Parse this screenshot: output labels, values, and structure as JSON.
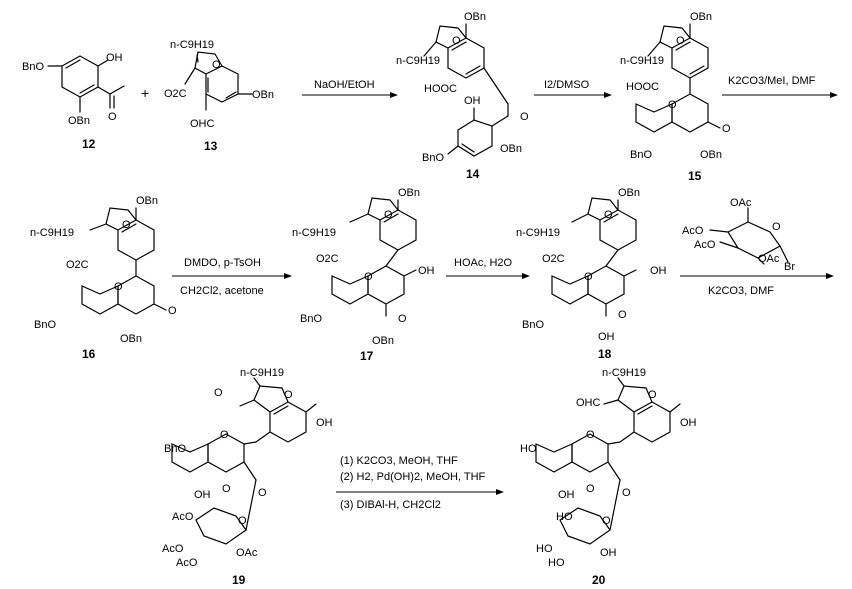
{
  "compounds": [
    {
      "id": "c12",
      "number": "12",
      "labels": [
        "BnO",
        "OH",
        "O",
        "OBn"
      ]
    },
    {
      "id": "c13",
      "number": "13",
      "labels": [
        "n-C9H19",
        "O",
        "O2C",
        "OBn",
        "OHC"
      ]
    },
    {
      "id": "c14",
      "number": "14",
      "labels": [
        "OBn",
        "n-C9H19",
        "O",
        "HOOC",
        "OH",
        "O",
        "BnO",
        "OBn"
      ]
    },
    {
      "id": "c15",
      "number": "15",
      "labels": [
        "OBn",
        "n-C9H19",
        "O",
        "HOOC",
        "O",
        "O",
        "BnO",
        "OBn"
      ]
    },
    {
      "id": "c16",
      "number": "16",
      "labels": [
        "OBn",
        "n-C9H19",
        "O",
        "O2C",
        "O",
        "O",
        "BnO",
        "OBn"
      ]
    },
    {
      "id": "c17",
      "number": "17",
      "labels": [
        "OBn",
        "n-C9H19",
        "O",
        "O2C",
        "O",
        "OH",
        "O",
        "BnO",
        "OBn"
      ]
    },
    {
      "id": "c18",
      "number": "18",
      "labels": [
        "OBn",
        "n-C9H19",
        "O",
        "O2C",
        "O",
        "OH",
        "O",
        "BnO",
        "OH"
      ]
    },
    {
      "id": "sugar",
      "number": "",
      "labels": [
        "OAc",
        "O",
        "AcO",
        "AcO",
        "OAc",
        "Br"
      ]
    },
    {
      "id": "c19",
      "number": "19",
      "labels": [
        "n-C9H19",
        "O",
        "O",
        "OH",
        "BnO",
        "O",
        "O",
        "OH",
        "O",
        "AcO",
        "O",
        "AcO",
        "AcO",
        "OAc"
      ]
    },
    {
      "id": "c20",
      "number": "20",
      "labels": [
        "n-C9H19",
        "OHC",
        "O",
        "OH",
        "HO",
        "O",
        "O",
        "OH",
        "O",
        "HO",
        "O",
        "HO",
        "HO",
        "OH"
      ]
    }
  ],
  "plus_sign": "+",
  "steps": [
    {
      "id": "step1",
      "reagents": [
        "NaOH/EtOH"
      ]
    },
    {
      "id": "step2",
      "reagents": [
        "I2/DMSO"
      ]
    },
    {
      "id": "step3",
      "reagents": [
        "K2CO3/MeI, DMF"
      ]
    },
    {
      "id": "step4",
      "reagents": [
        "DMDO, p-TsOH",
        "CH2Cl2, acetone"
      ]
    },
    {
      "id": "step5",
      "reagents": [
        "HOAc, H2O"
      ]
    },
    {
      "id": "step6",
      "reagents": [
        "K2CO3, DMF"
      ]
    },
    {
      "id": "step7",
      "reagents": [
        "(1) K2CO3, MeOH, THF",
        "(2) H2, Pd(OH)2, MeOH, THF",
        "(3) DIBAl-H, CH2Cl2"
      ]
    }
  ]
}
